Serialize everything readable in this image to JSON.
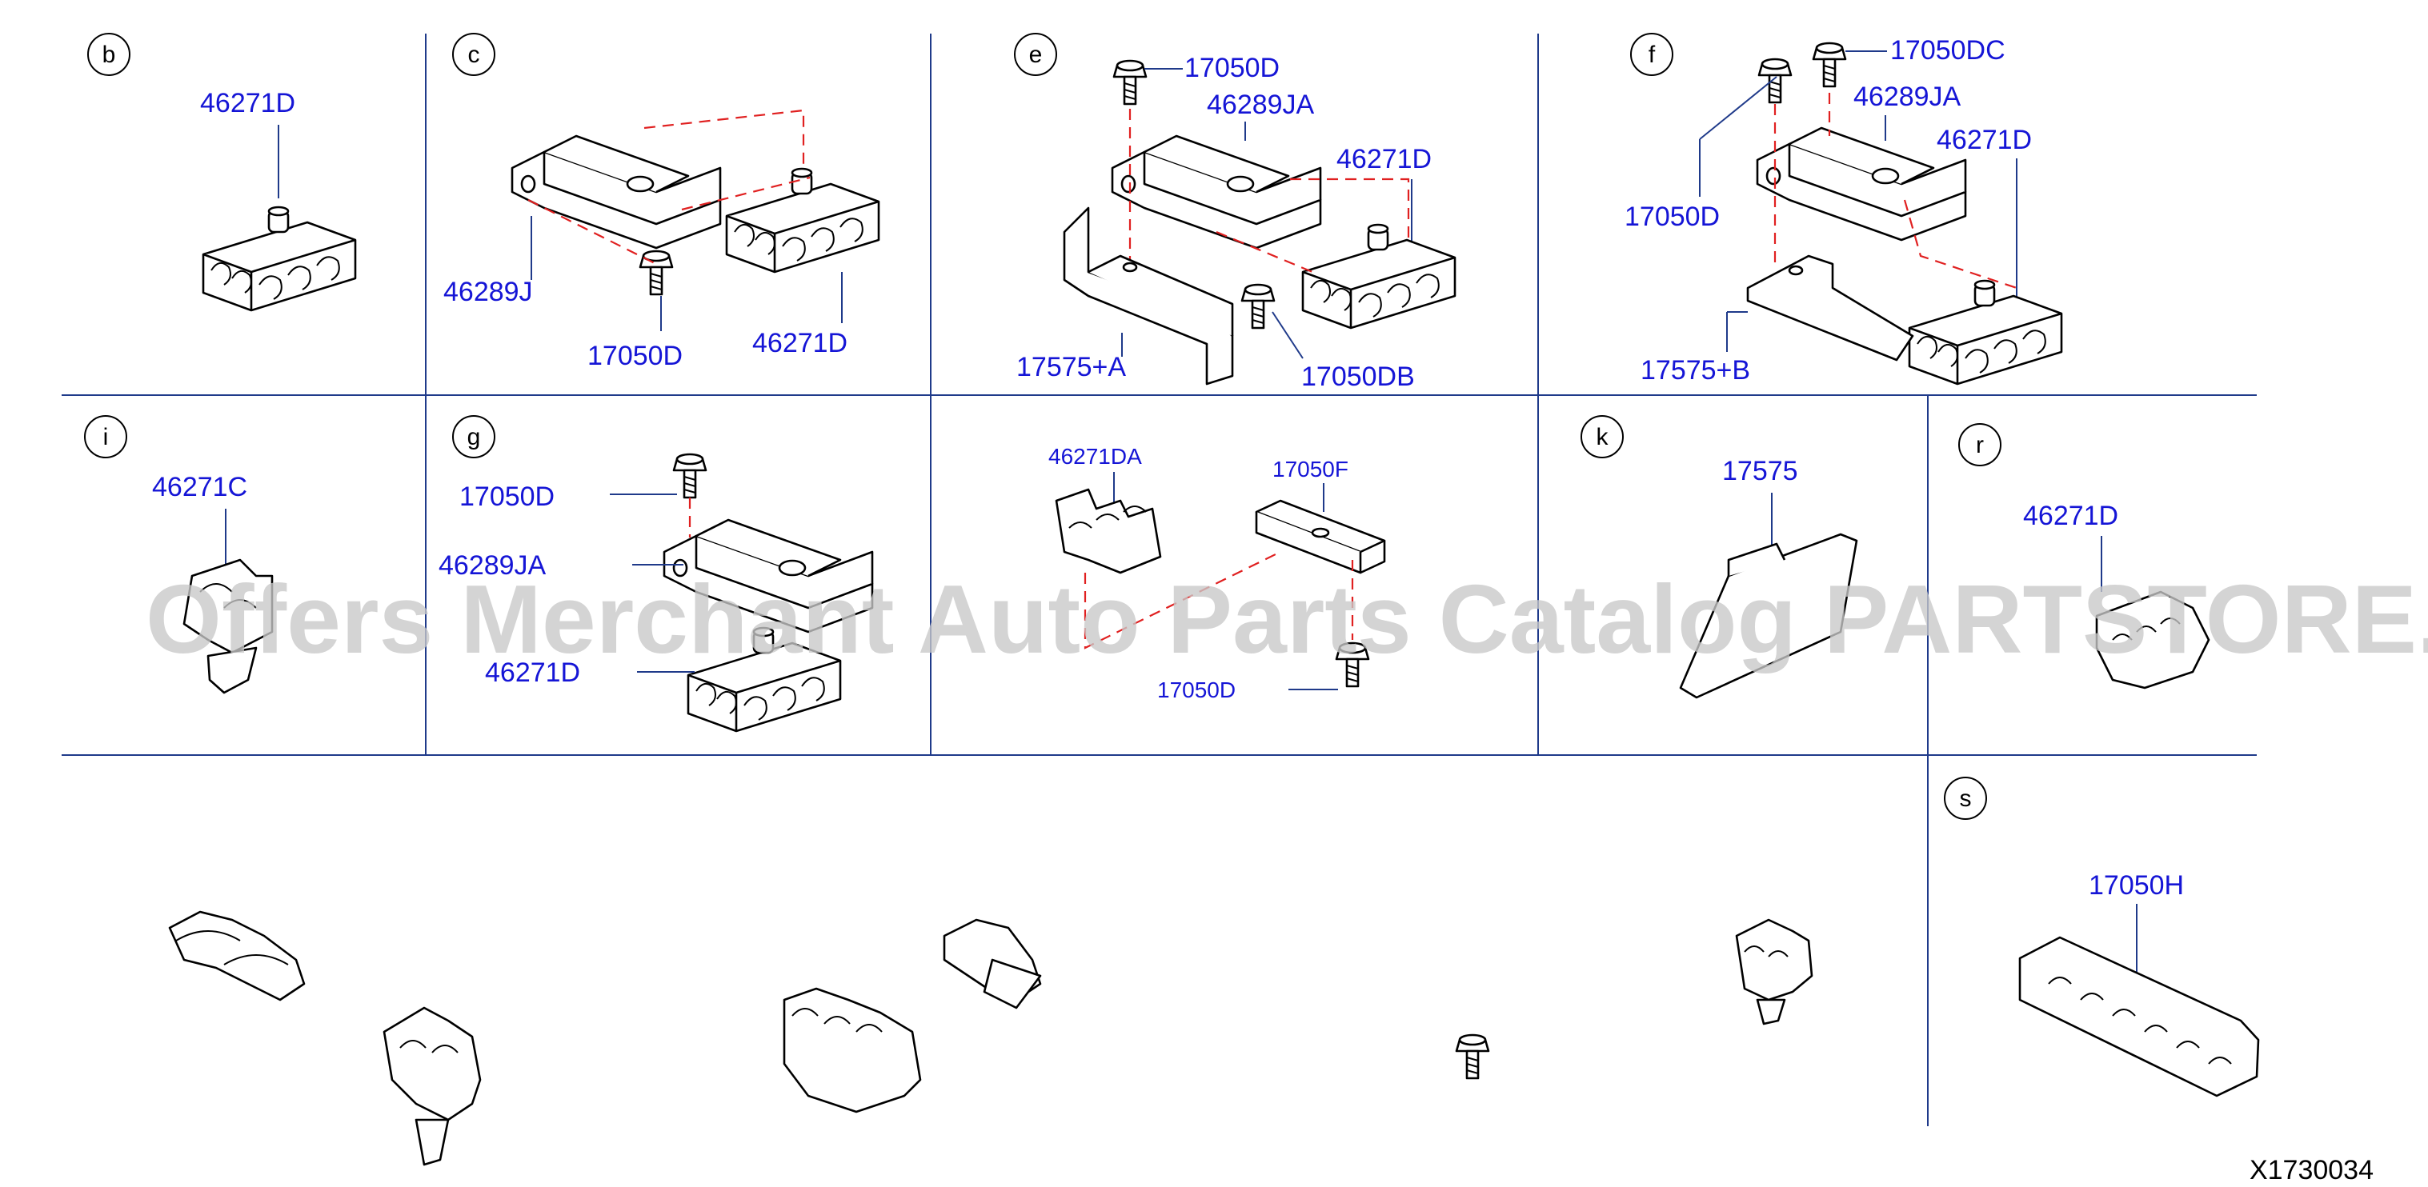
{
  "diagram_id": "X1730034",
  "watermark": "Offers Merchant Auto Parts Catalog PARTSTORE.SA",
  "sections": {
    "b": {
      "letter": "b",
      "labels": [
        "46271D"
      ]
    },
    "c": {
      "letter": "c",
      "labels": [
        "46289J",
        "17050D",
        "46271D"
      ]
    },
    "e": {
      "letter": "e",
      "labels": [
        "17050D",
        "46289JA",
        "46271D",
        "17575+A",
        "17050DB"
      ]
    },
    "f": {
      "letter": "f",
      "labels": [
        "17050DC",
        "46289JA",
        "17050D",
        "46271D",
        "17575+B"
      ]
    },
    "i": {
      "letter": "i",
      "labels": [
        "46271C"
      ]
    },
    "g": {
      "letter": "g",
      "labels": [
        "17050D",
        "46289JA",
        "46271D"
      ]
    },
    "h": {
      "letter": "",
      "labels": [
        "46271DA",
        "17050F",
        "17050D"
      ]
    },
    "k": {
      "letter": "k",
      "labels": [
        "17575"
      ]
    },
    "r": {
      "letter": "r",
      "labels": [
        "46271D"
      ]
    },
    "s": {
      "letter": "s",
      "labels": [
        "17050H"
      ]
    }
  }
}
